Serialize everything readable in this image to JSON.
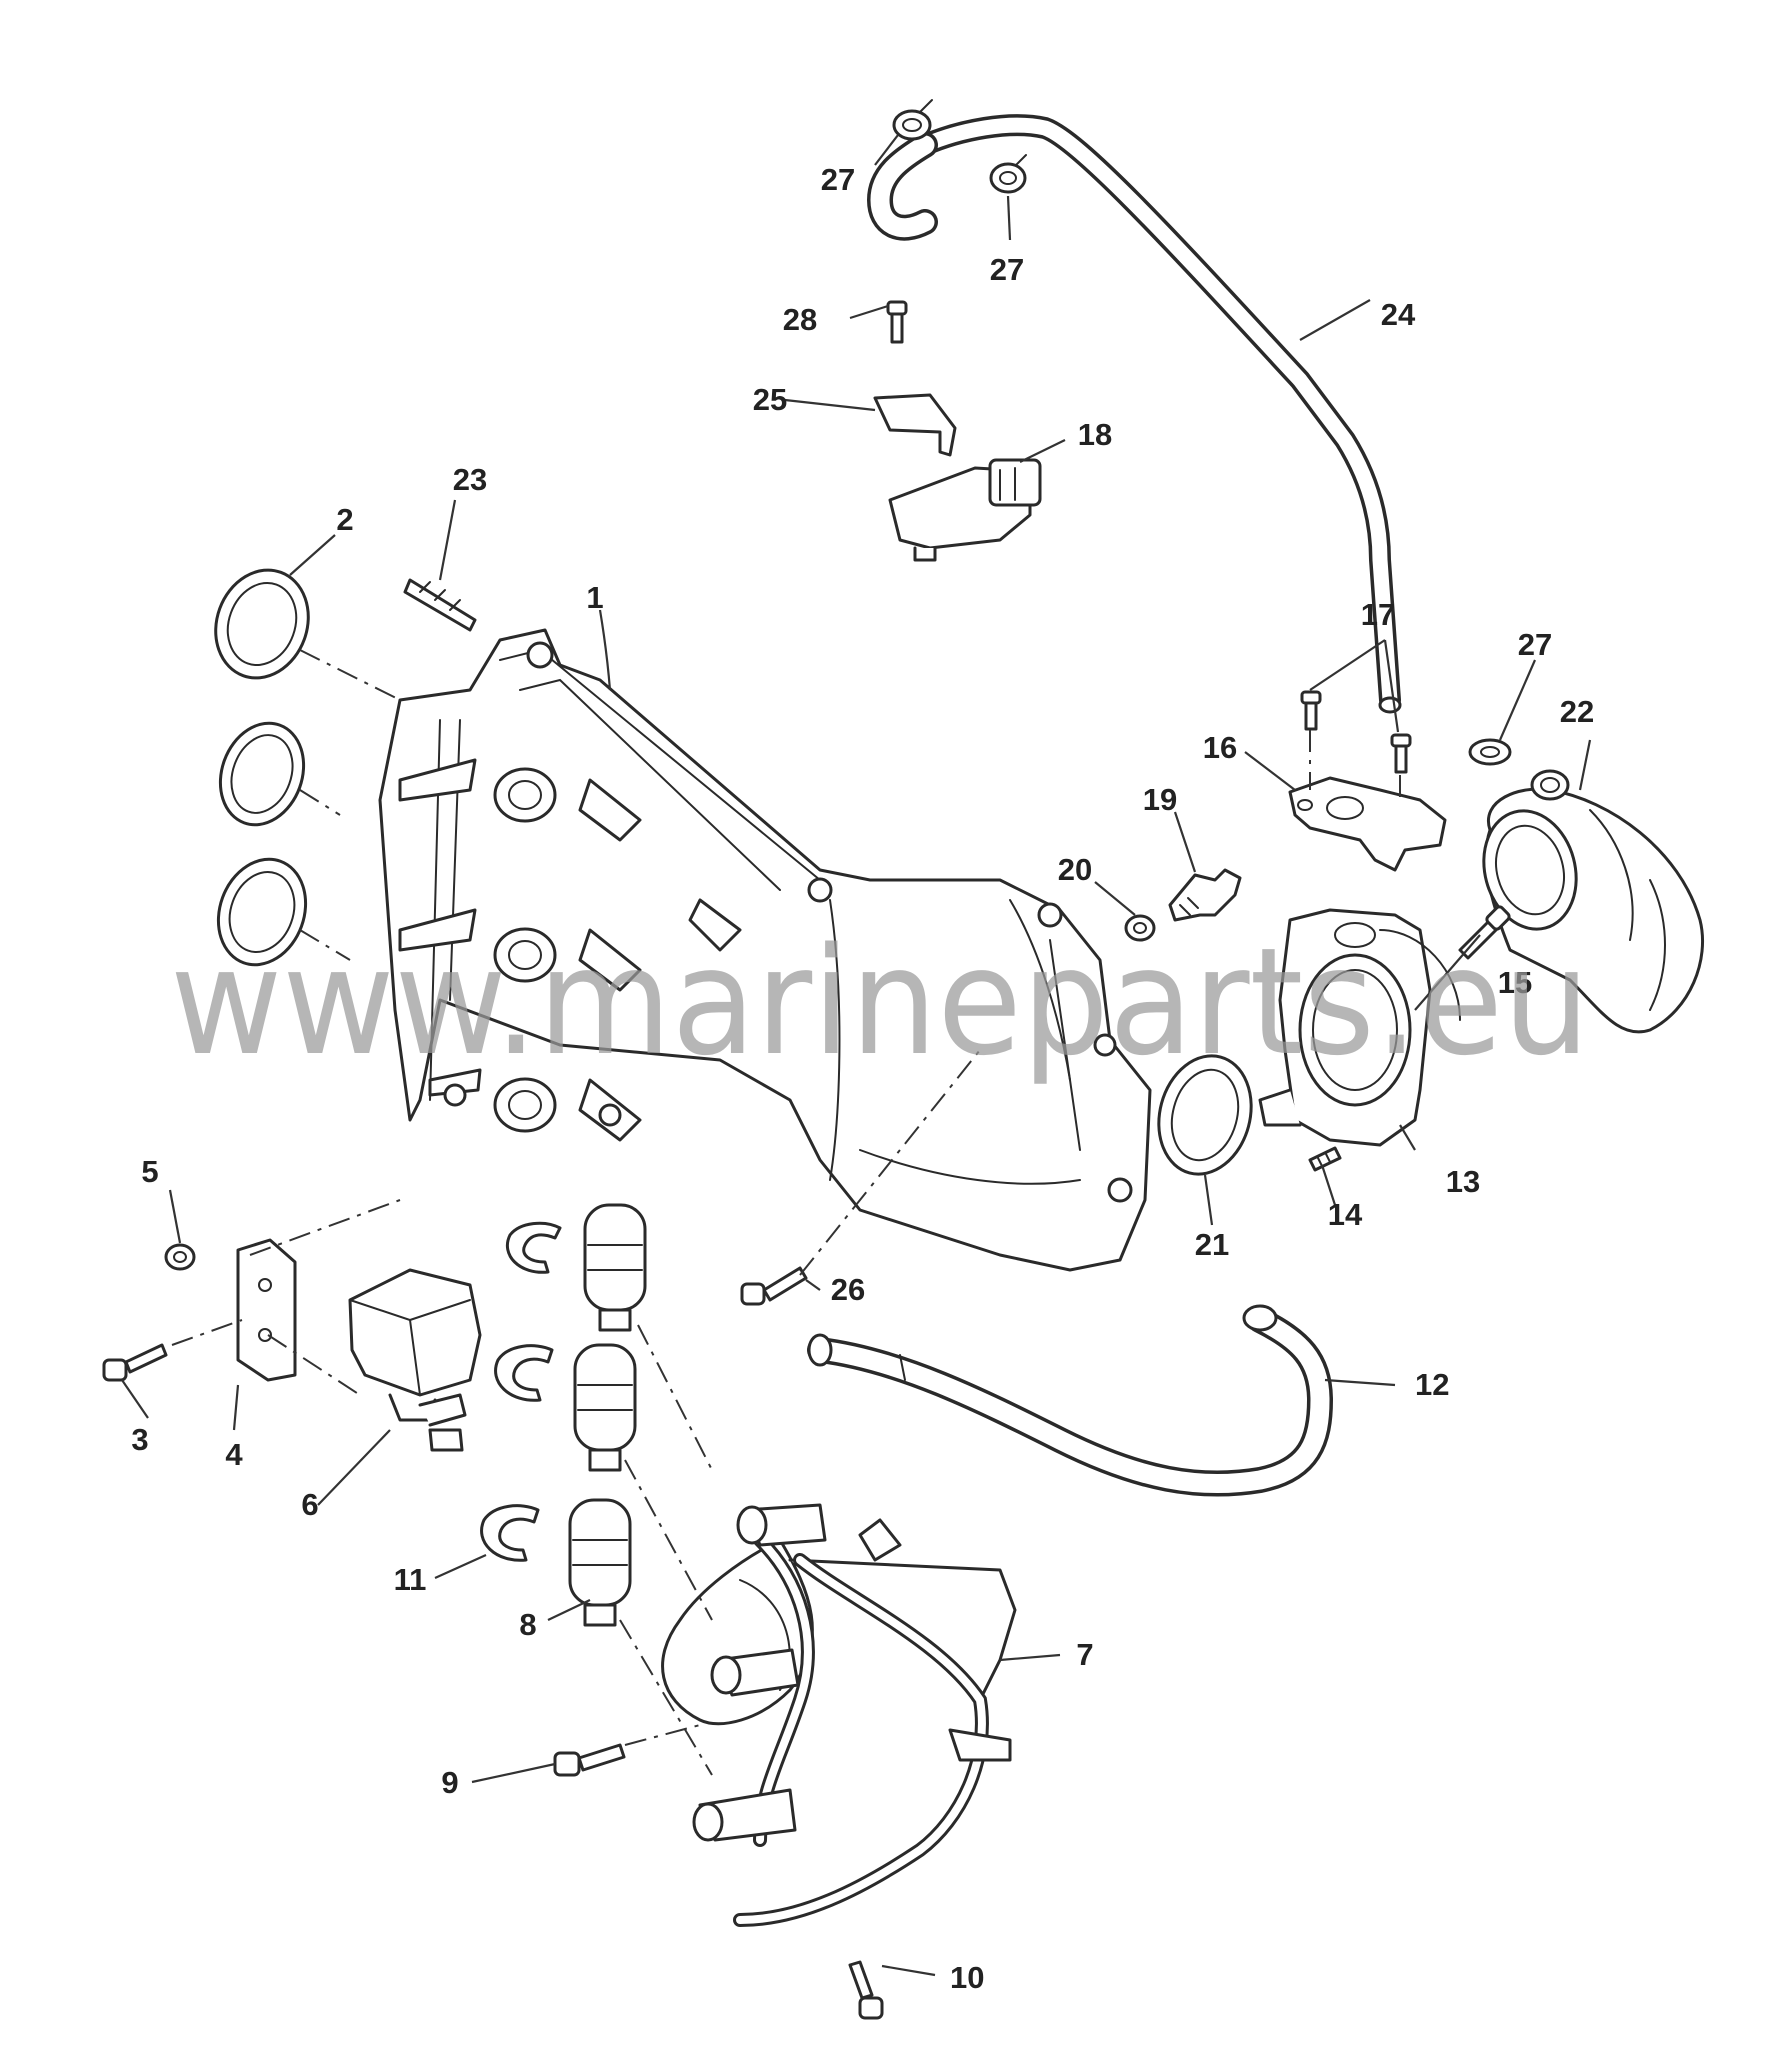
{
  "watermark": "www.marineparts.eu",
  "callouts": [
    "1",
    "2",
    "3",
    "4",
    "5",
    "6",
    "7",
    "8",
    "9",
    "10",
    "11",
    "12",
    "13",
    "14",
    "15",
    "16",
    "17",
    "18",
    "19",
    "20",
    "21",
    "22",
    "23",
    "24",
    "25",
    "26",
    "27",
    "27",
    "27",
    "28"
  ],
  "colors": {
    "line": "#2a2a2a",
    "watermark": "#9a9a9a",
    "background": "#ffffff"
  }
}
